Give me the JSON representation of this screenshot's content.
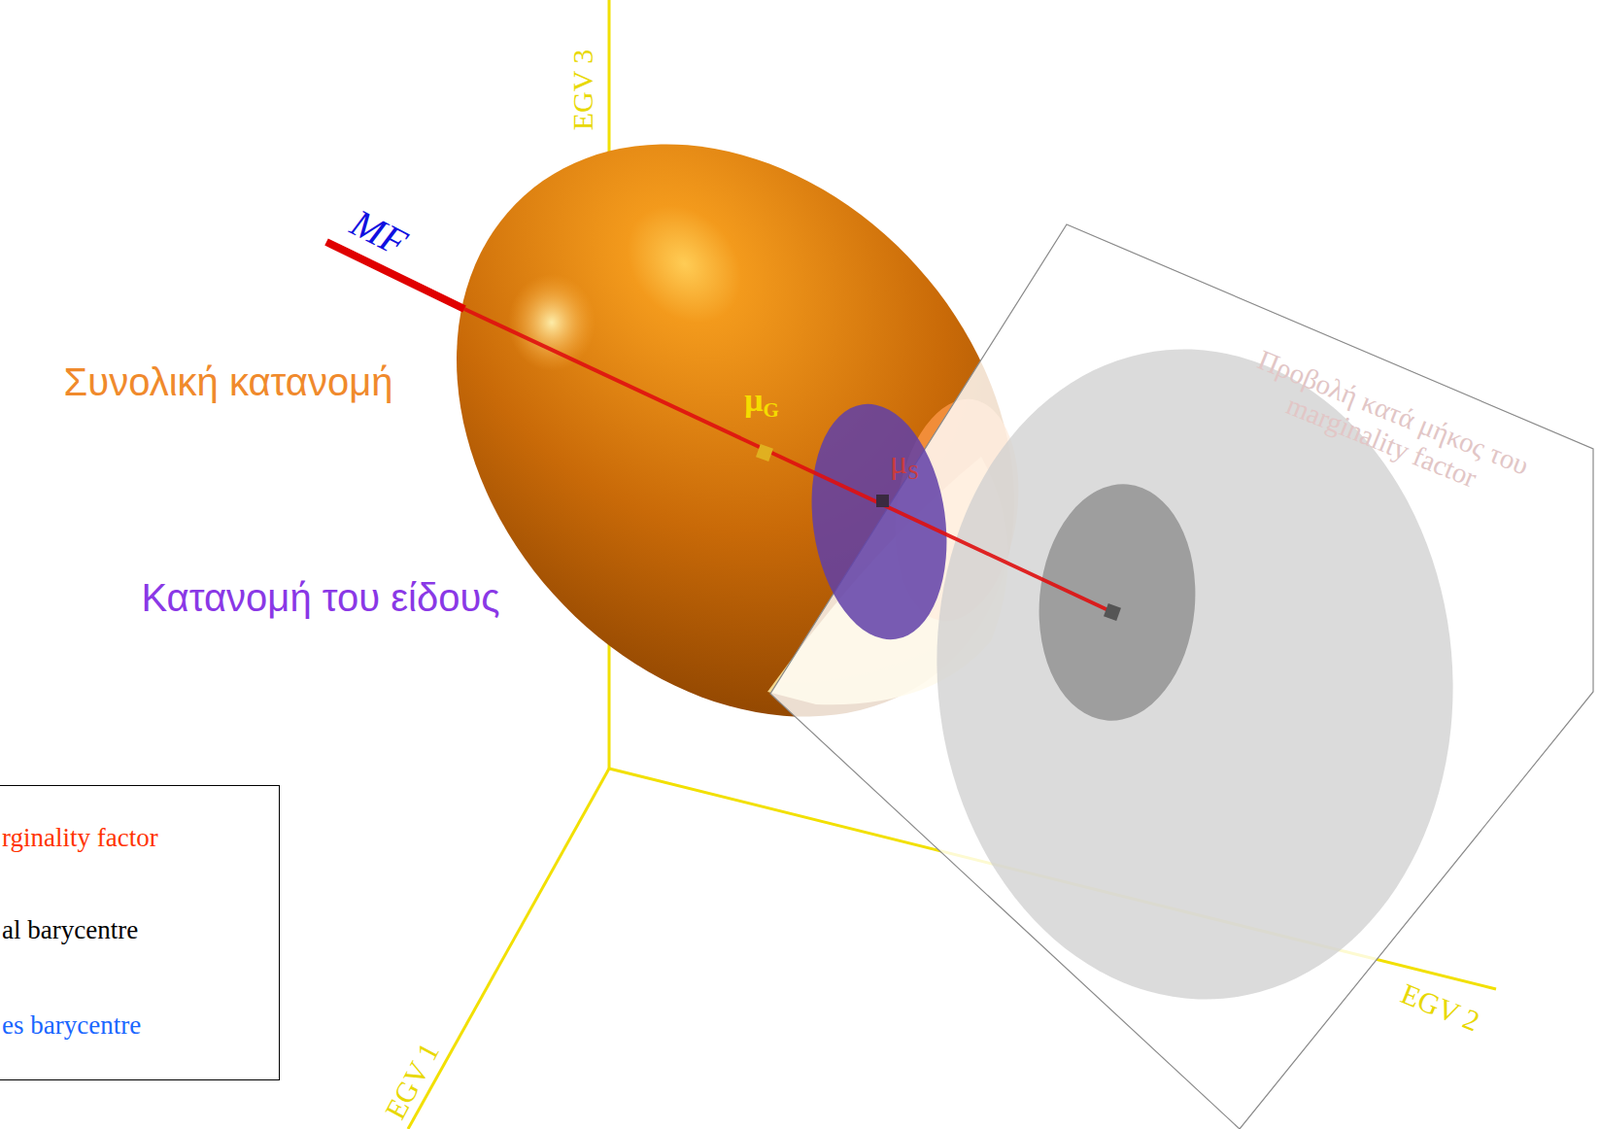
{
  "diagram": {
    "labels": [
      "EGV 3",
      "MF",
      "Συνολική κατανομή",
      "μG",
      "μS",
      "Κατανομή του είδους",
      "Προβολή κατά μήκος του marginality factor",
      "EGV 1",
      "EGV 2"
    ],
    "legend": [
      {
        "text": "rginality factor"
      },
      {
        "text": "al barycentre"
      },
      {
        "text": "es barycentre"
      }
    ]
  }
}
